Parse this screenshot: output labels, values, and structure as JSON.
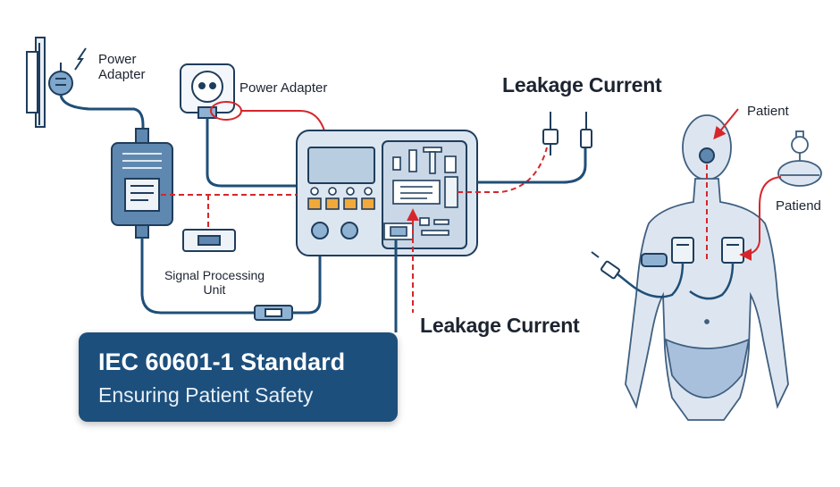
{
  "labels": {
    "power_adapter_left": [
      "Power",
      "Adapter"
    ],
    "power_adapter_top": "Power Adapter",
    "leakage_current_top": "Leakage Current",
    "leakage_current_bottom": "Leakage Current",
    "signal_processing_unit": [
      "Signal Processing",
      "Unit"
    ],
    "patient": "Patient",
    "patient_electrode": "Patiend"
  },
  "banner": {
    "title": "IEC 60601-1 Standard",
    "subtitle": "Ensuring Patient Safety"
  },
  "colors": {
    "outline": "#1f3d5c",
    "device_fill": "#dce6f0",
    "panel_fill": "#c9d7e6",
    "screen_fill": "#b9cde0",
    "accent_orange": "#f2a93b",
    "leakage_red": "#d7262b",
    "cable_blue": "#1f4f78",
    "body_fill": "#dde6f0",
    "banner_fill": "#1c4f7c"
  }
}
